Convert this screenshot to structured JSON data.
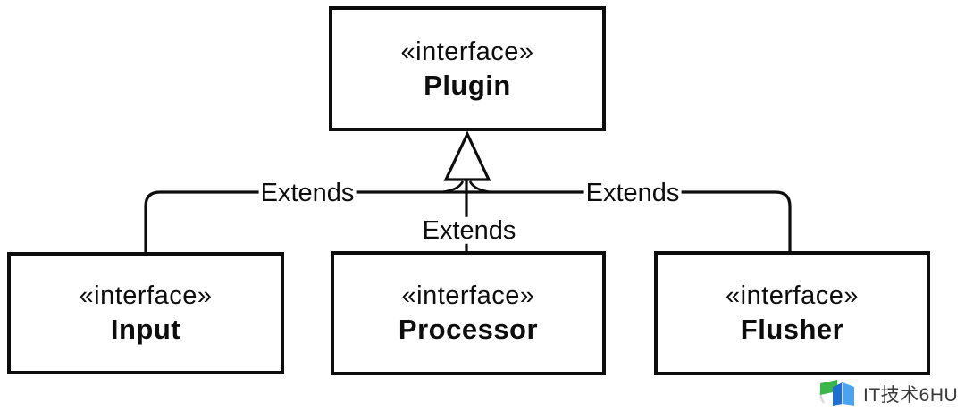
{
  "diagram": {
    "type": "uml-class-diagram",
    "background_color": "#ffffff",
    "line_color": "#0d0d0d",
    "nodes": [
      {
        "id": "plugin",
        "stereotype": "«interface»",
        "name": "Plugin"
      },
      {
        "id": "input",
        "stereotype": "«interface»",
        "name": "Input"
      },
      {
        "id": "processor",
        "stereotype": "«interface»",
        "name": "Processor"
      },
      {
        "id": "flusher",
        "stereotype": "«interface»",
        "name": "Flusher"
      }
    ],
    "edges": [
      {
        "from": "Input",
        "to": "Plugin",
        "relation": "generalization",
        "label": "Extends"
      },
      {
        "from": "Processor",
        "to": "Plugin",
        "relation": "generalization",
        "label": "Extends"
      },
      {
        "from": "Flusher",
        "to": "Plugin",
        "relation": "generalization",
        "label": "Extends"
      }
    ]
  },
  "watermark": {
    "text": "IT技术6HU",
    "logo_colors": {
      "green": "#3cb54a",
      "blue_light": "#4aa3f0",
      "blue_dark": "#1d6fd1",
      "arc_gray": "#d9d9d9"
    }
  }
}
